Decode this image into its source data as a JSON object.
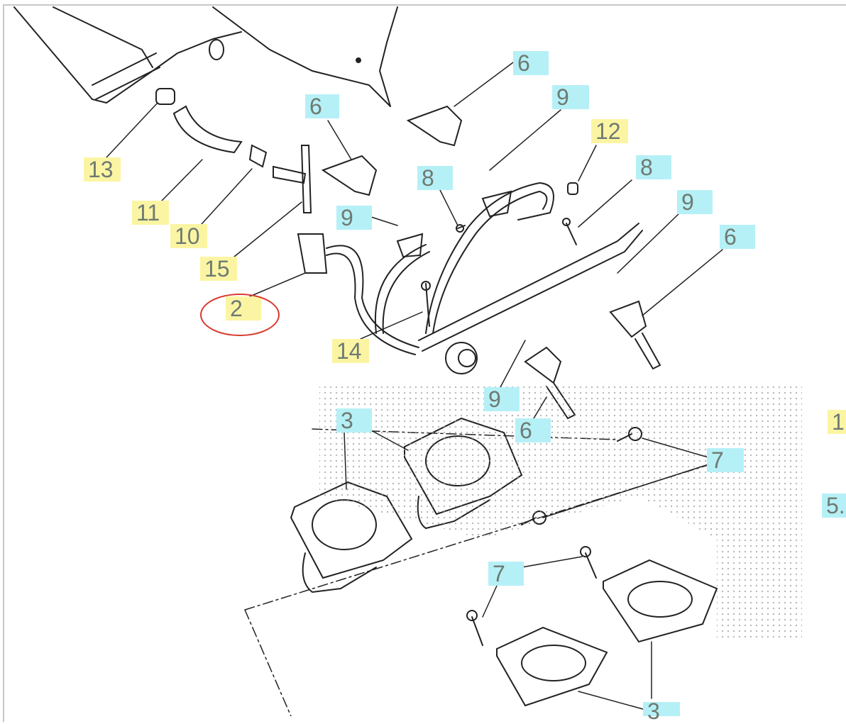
{
  "diagram": {
    "title": "Fuel rail and throttle body exploded view",
    "highlight_color": "#d9382c",
    "callout_colors": {
      "yellow": "#fbf5a3",
      "cyan": "#b6f0f7"
    },
    "callouts": [
      "6",
      "6",
      "9",
      "12",
      "13",
      "8",
      "8",
      "9",
      "11",
      "10",
      "9",
      "6",
      "15",
      "2",
      "14",
      "9",
      "3",
      "1",
      "6",
      "7",
      "5.",
      "7",
      "3"
    ],
    "highlighted_callout": "2"
  }
}
